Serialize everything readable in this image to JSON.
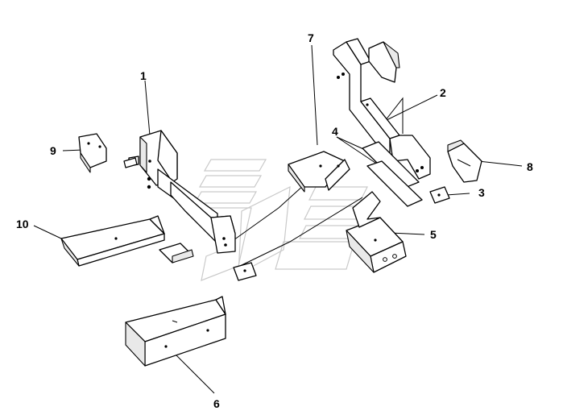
{
  "diagram": {
    "callouts": [
      {
        "id": "1",
        "label": "1"
      },
      {
        "id": "2",
        "label": "2"
      },
      {
        "id": "3",
        "label": "3"
      },
      {
        "id": "4",
        "label": "4"
      },
      {
        "id": "5",
        "label": "5"
      },
      {
        "id": "6",
        "label": "6"
      },
      {
        "id": "7",
        "label": "7"
      },
      {
        "id": "8",
        "label": "8"
      },
      {
        "id": "9",
        "label": "9"
      },
      {
        "id": "10",
        "label": "10"
      }
    ],
    "colors": {
      "line": "#000000",
      "watermark": "#c9c9c9",
      "background": "#ffffff"
    }
  }
}
